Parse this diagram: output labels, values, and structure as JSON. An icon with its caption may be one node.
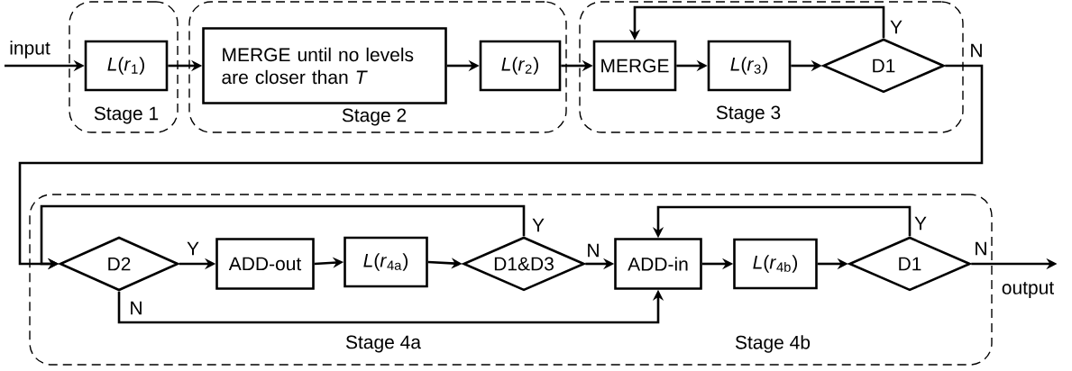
{
  "diagram": {
    "nodes": [
      {
        "text": [
          "Stage 1"
        ]
      },
      {
        "text": [
          "*L*(*r*$_{1}$)"
        ],
        "in": 0
      },
      {
        "text": [
          "Stage 2"
        ]
      },
      {
        "text": [
          "MERGE until no levels are closer than *T*"
        ],
        "in": 2
      },
      {
        "text": [
          "*L*(*r*$_{2}$)"
        ],
        "in": 2
      },
      {
        "text": [
          "Stage 3"
        ]
      },
      {
        "text": [
          "MERGE"
        ],
        "in": 5
      },
      {
        "text": [
          "*L*(*r*$_{3}$)"
        ],
        "in": 5
      },
      {
        "text": [
          "D1"
        ],
        "in": 5
      },
      {
        "text": [
          "Stage 4a",
          "Stage 4b"
        ]
      },
      {
        "text": [
          "D2"
        ],
        "in": 9
      },
      {
        "text": [
          "ADD-out"
        ],
        "in": 9
      },
      {
        "text": [
          "*L*(*r*$_{4a}$)"
        ],
        "in": 9
      },
      {
        "text": [
          "D1&D3"
        ],
        "in": 9
      },
      {
        "text": [
          "ADD-in"
        ],
        "in": 9
      },
      {
        "text": [
          "*L*(*r*$_{4b}$)"
        ],
        "in": 9
      },
      {
        "text": [
          "D1"
        ],
        "in": 9
      },
      {
        "text": [
          "output"
        ]
      }
    ],
    "edges": [
      {
        "from": null,
        "to": 1,
        "arrow": "to",
        "label": "input"
      },
      {
        "from": 1,
        "to": 3,
        "arrow": "to"
      },
      {
        "from": 3,
        "to": 4,
        "arrow": "to"
      },
      {
        "from": 4,
        "to": 6,
        "arrow": "to"
      },
      {
        "from": 6,
        "to": 7,
        "arrow": "to"
      },
      {
        "from": 7,
        "to": 8,
        "arrow": "to"
      },
      {
        "from": 8,
        "to": 6,
        "arrow": "to",
        "label": "Y"
      },
      {
        "from": 8,
        "to": 10,
        "arrow": "to",
        "label": "N"
      },
      {
        "from": 10,
        "to": 11,
        "arrow": "to",
        "label": "Y"
      },
      {
        "from": 11,
        "to": 12,
        "arrow": "to"
      },
      {
        "from": 12,
        "to": 13,
        "arrow": "to"
      },
      {
        "from": 13,
        "to": 10,
        "arrow": "to",
        "label": "Y"
      },
      {
        "from": 13,
        "to": 14,
        "arrow": "to",
        "label": "N"
      },
      {
        "from": 10,
        "to": 14,
        "arrow": "to",
        "label": "N"
      },
      {
        "from": 14,
        "to": 15,
        "arrow": "to"
      },
      {
        "from": 15,
        "to": 16,
        "arrow": "to"
      },
      {
        "from": 16,
        "to": 14,
        "arrow": "to",
        "label": "Y"
      },
      {
        "from": 16,
        "to": 17,
        "arrow": "to",
        "label": "N"
      }
    ]
  }
}
